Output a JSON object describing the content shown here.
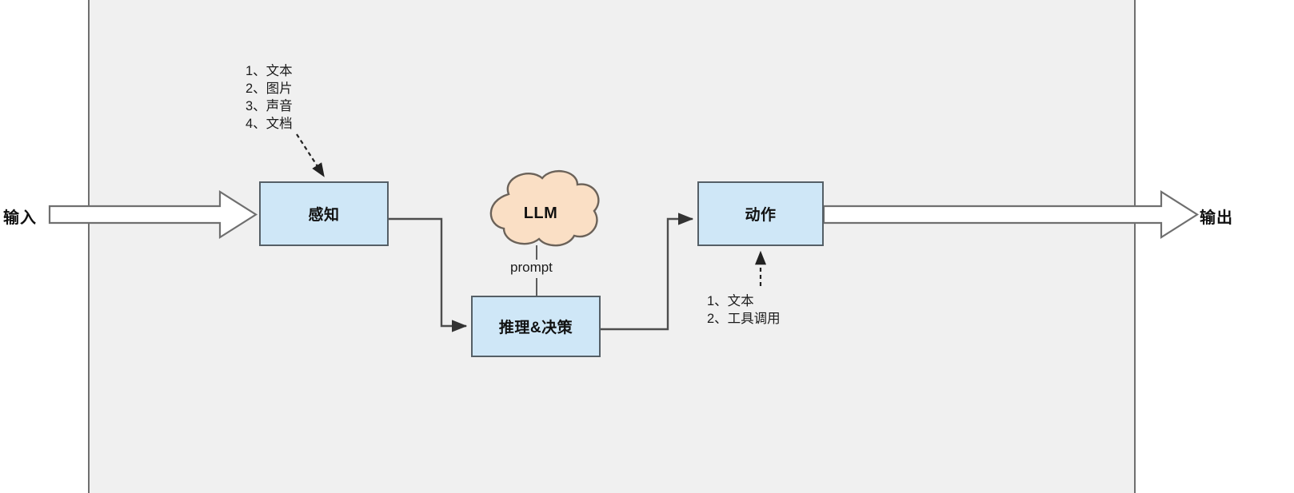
{
  "diagram": {
    "title_labels": {
      "input": "输入",
      "output": "输出"
    },
    "nodes": [
      {
        "id": "perception",
        "label": "感知",
        "shape": "rect",
        "fill": "#cfe7f7",
        "stroke": "#555f66"
      },
      {
        "id": "reasoning",
        "label": "推理&决策",
        "shape": "rect",
        "fill": "#cfe7f7",
        "stroke": "#555f66"
      },
      {
        "id": "action",
        "label": "动作",
        "shape": "rect",
        "fill": "#cfe7f7",
        "stroke": "#555f66"
      },
      {
        "id": "llm",
        "label": "LLM",
        "shape": "cloud",
        "fill": "#fadfc5",
        "stroke": "#6b6259"
      }
    ],
    "edge_labels": {
      "prompt": "prompt"
    },
    "annotations": {
      "perception_inputs": {
        "items": [
          "1、文本",
          "2、图片",
          "3、声音",
          "4、文档"
        ],
        "target": "感知"
      },
      "action_outputs": {
        "items": [
          "1、文本",
          "2、工具调用"
        ],
        "target": "动作"
      }
    },
    "colors": {
      "panel_background": "#f0f0f0",
      "page_background": "#ffffff",
      "panel_border": "#6f6f6f",
      "node_fill": "#cfe7f7",
      "node_stroke": "#555f66",
      "cloud_fill": "#fadfc5",
      "cloud_stroke": "#6b6259",
      "connector": "#4d4d4d",
      "block_arrow_fill": "#ffffff",
      "block_arrow_stroke": "#6f6f6f",
      "text": "#111111"
    }
  }
}
